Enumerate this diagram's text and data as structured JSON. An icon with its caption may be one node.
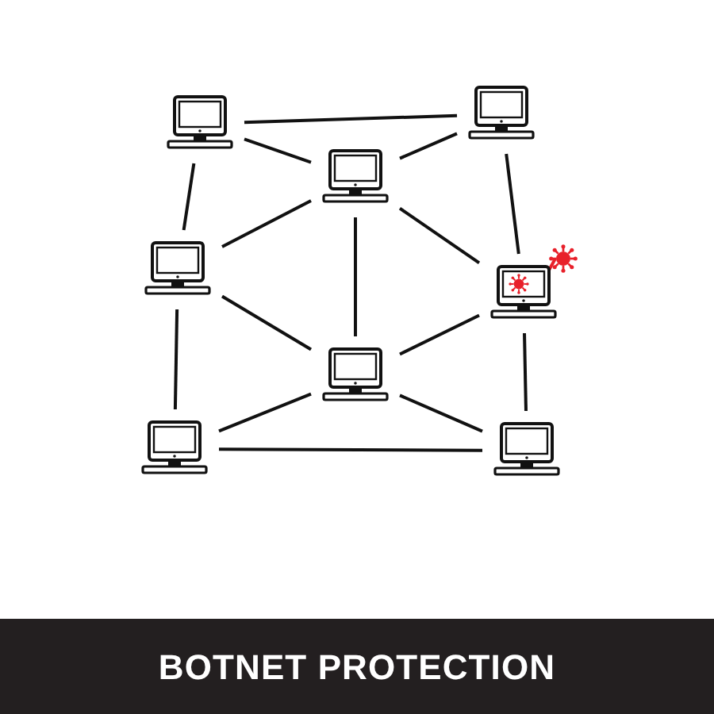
{
  "diagram": {
    "title": "BOTNET PROTECTION",
    "nodes": [
      {
        "text": [],
        "shape": "computer"
      },
      {
        "text": [],
        "shape": "computer"
      },
      {
        "text": [],
        "shape": "computer"
      },
      {
        "text": [],
        "shape": "computer"
      },
      {
        "text": [],
        "shape": "computer"
      },
      {
        "text": [],
        "shape": "computer"
      },
      {
        "text": [],
        "shape": "computer"
      },
      {
        "text": [],
        "shape": "computer"
      }
    ],
    "edges": [
      {
        "from": 0,
        "to": 1,
        "arrow": "none"
      },
      {
        "from": 0,
        "to": 2,
        "arrow": "none"
      },
      {
        "from": 2,
        "to": 1,
        "arrow": "none"
      },
      {
        "from": 0,
        "to": 3,
        "arrow": "none"
      },
      {
        "from": 1,
        "to": 4,
        "arrow": "none"
      },
      {
        "from": 2,
        "to": 3,
        "arrow": "none"
      },
      {
        "from": 2,
        "to": 5,
        "arrow": "none"
      },
      {
        "from": 2,
        "to": 4,
        "arrow": "none"
      },
      {
        "from": 3,
        "to": 5,
        "arrow": "none"
      },
      {
        "from": 3,
        "to": 6,
        "arrow": "none"
      },
      {
        "from": 5,
        "to": 4,
        "arrow": "none"
      },
      {
        "from": 4,
        "to": 7,
        "arrow": "none"
      },
      {
        "from": 5,
        "to": 6,
        "arrow": "none"
      },
      {
        "from": 5,
        "to": 7,
        "arrow": "none"
      },
      {
        "from": 6,
        "to": 7,
        "arrow": "none"
      }
    ]
  }
}
